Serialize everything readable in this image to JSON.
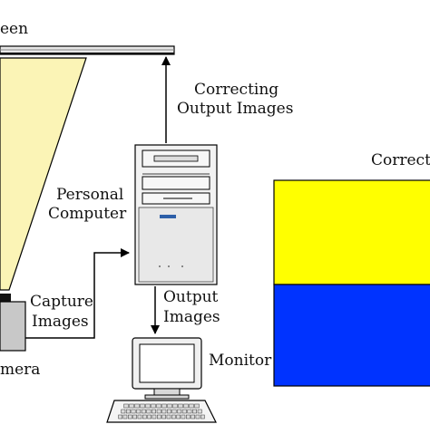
{
  "labels": {
    "screen": "een",
    "correcting_1": "Correcting",
    "correcting_2": "Output Images",
    "personal_1": "Personal",
    "personal_2": "Computer",
    "capture_1": "Capture",
    "capture_2": "Images",
    "output_1": "Output",
    "output_2": "Images",
    "monitor": "Monitor",
    "camera": "mera",
    "corrected": "Correct"
  },
  "colors": {
    "projection_beam": "#fbf4b6",
    "yellow_panel": "#ffff00",
    "blue_panel": "#0033ff",
    "camera_body": "#c8c8c8",
    "computer_case": "#f2f2f2",
    "line": "#000000"
  }
}
